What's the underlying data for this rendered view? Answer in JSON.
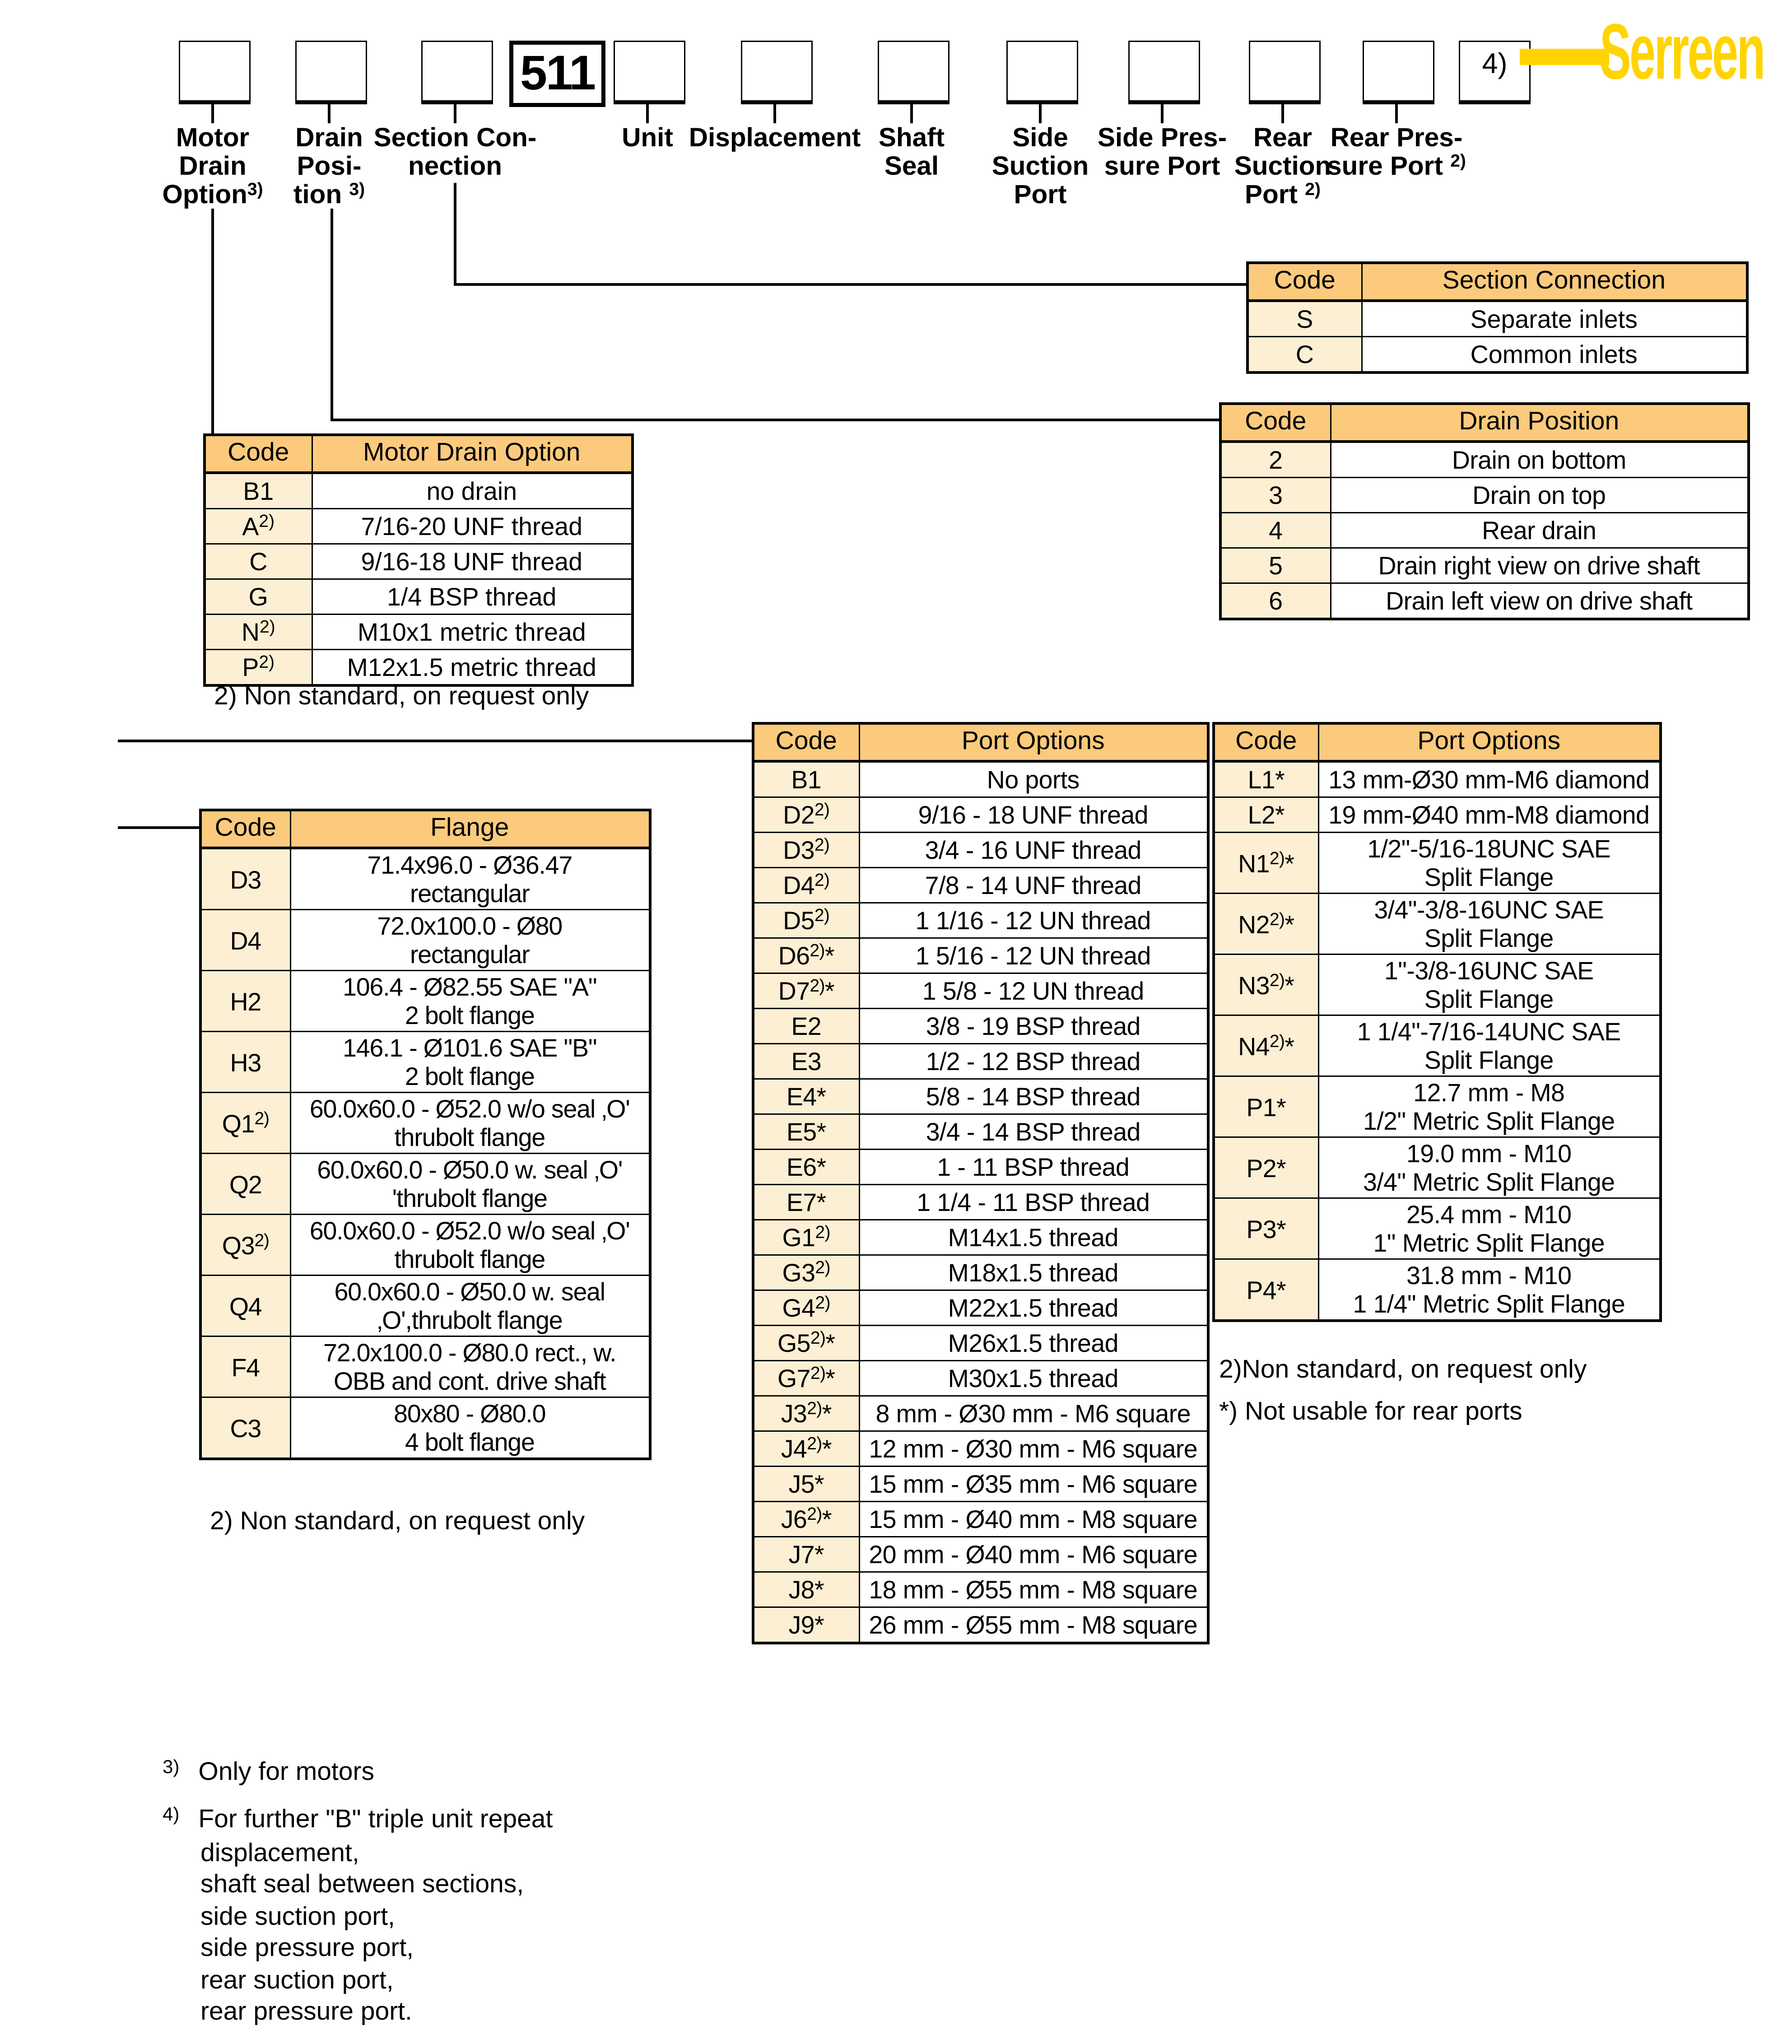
{
  "logo": {
    "text": "Serreen",
    "color": "#FFD400"
  },
  "model_code": {
    "boxes": [
      "",
      "",
      "",
      "511",
      "",
      "",
      "",
      "",
      "",
      "",
      "",
      "4)"
    ],
    "positions": [
      {
        "name": "motor-drain-option",
        "lines": [
          "Motor",
          "Drain",
          "Option{3)}"
        ]
      },
      {
        "name": "drain-position",
        "lines": [
          "Drain",
          "Posi-",
          "tion {3)}"
        ]
      },
      {
        "name": "section-connection",
        "lines": [
          "Section Con-",
          "nection"
        ]
      },
      {
        "name": "unit",
        "lines": [
          "Unit"
        ]
      },
      {
        "name": "displacement",
        "lines": [
          "Displacement"
        ]
      },
      {
        "name": "shaft-seal",
        "lines": [
          "Shaft",
          "Seal"
        ]
      },
      {
        "name": "side-suction-port",
        "lines": [
          "Side",
          "Suction",
          "Port"
        ]
      },
      {
        "name": "side-pressure-port",
        "lines": [
          "Side Pres-",
          "sure Port"
        ]
      },
      {
        "name": "rear-suction-port",
        "lines": [
          "Rear",
          "Suction",
          "Port {2)}"
        ]
      },
      {
        "name": "rear-pressure-port",
        "lines": [
          "Rear Pres-",
          "sure Port {2)}"
        ]
      }
    ]
  },
  "tables": {
    "section_connection": {
      "headers": [
        "Code",
        "Section Connection"
      ],
      "rows": [
        [
          "S",
          "Separate inlets"
        ],
        [
          "C",
          "Common inlets"
        ]
      ]
    },
    "drain_position": {
      "headers": [
        "Code",
        "Drain Position"
      ],
      "rows": [
        [
          "2",
          "Drain on bottom"
        ],
        [
          "3",
          "Drain on top"
        ],
        [
          "4",
          "Rear drain"
        ],
        [
          "5",
          "Drain right view on drive shaft"
        ],
        [
          "6",
          "Drain left view on drive shaft"
        ]
      ]
    },
    "motor_drain_option": {
      "headers": [
        "Code",
        "Motor Drain Option"
      ],
      "rows": [
        [
          "B1",
          "no drain"
        ],
        [
          "A{2)}",
          "7/16-20 UNF thread"
        ],
        [
          "C",
          "9/16-18 UNF thread"
        ],
        [
          "G",
          "1/4 BSP thread"
        ],
        [
          "N{2)}",
          "M10x1 metric thread"
        ],
        [
          "P{2)}",
          "M12x1.5 metric thread"
        ]
      ],
      "footnote": "2)  Non standard, on request only"
    },
    "flange": {
      "headers": [
        "Code",
        "Flange"
      ],
      "rows": [
        [
          "D3",
          "71.4x96.0 - Ø36.47\nrectangular"
        ],
        [
          "D4",
          "72.0x100.0 - Ø80\nrectangular"
        ],
        [
          "H2",
          "106.4 - Ø82.55 SAE \"A\"\n2 bolt flange"
        ],
        [
          "H3",
          "146.1 - Ø101.6 SAE \"B\"\n2 bolt flange"
        ],
        [
          "Q1{2)}",
          "60.0x60.0 - Ø52.0 w/o seal ‚O'\nthrubolt flange"
        ],
        [
          "Q2",
          "60.0x60.0 - Ø50.0 w. seal ‚O'\n'thrubolt flange"
        ],
        [
          "Q3{2)}",
          "60.0x60.0 - Ø52.0 w/o seal ‚O'\nthrubolt flange"
        ],
        [
          "Q4",
          "60.0x60.0 - Ø50.0 w. seal\n‚O',thrubolt flange"
        ],
        [
          "F4",
          "72.0x100.0 - Ø80.0 rect., w.\nOBB and cont. drive shaft"
        ],
        [
          "C3",
          "80x80 - Ø80.0\n4 bolt flange"
        ]
      ],
      "footnote": "2)  Non standard, on request only"
    },
    "port_options_left": {
      "headers": [
        "Code",
        "Port Options"
      ],
      "rows": [
        [
          "B1",
          "No ports"
        ],
        [
          "D2{2)}",
          "9/16 - 18 UNF thread"
        ],
        [
          "D3{2)}",
          "3/4 - 16 UNF thread"
        ],
        [
          "D4{2)}",
          "7/8 - 14 UNF thread"
        ],
        [
          "D5{2)}",
          "1 1/16 - 12 UN thread"
        ],
        [
          "D6{2)}*",
          "1 5/16 - 12 UN thread"
        ],
        [
          "D7{2)}*",
          "1 5/8 - 12 UN thread"
        ],
        [
          "E2",
          "3/8 - 19 BSP thread"
        ],
        [
          "E3",
          "1/2 - 12 BSP thread"
        ],
        [
          "E4*",
          "5/8 - 14 BSP thread"
        ],
        [
          "E5*",
          "3/4 - 14 BSP thread"
        ],
        [
          "E6*",
          "1 - 11 BSP thread"
        ],
        [
          "E7*",
          "1 1/4 - 11 BSP thread"
        ],
        [
          "G1{2)}",
          "M14x1.5 thread"
        ],
        [
          "G3{2)}",
          "M18x1.5 thread"
        ],
        [
          "G4{2)}",
          "M22x1.5 thread"
        ],
        [
          "G5{2)}*",
          "M26x1.5 thread"
        ],
        [
          "G7{2)}*",
          "M30x1.5 thread"
        ],
        [
          "J3{2)}*",
          "8 mm - Ø30 mm - M6 square"
        ],
        [
          "J4{2)}*",
          "12 mm - Ø30 mm - M6 square"
        ],
        [
          "J5*",
          "15 mm - Ø35 mm - M6 square"
        ],
        [
          "J6{2)}*",
          "15 mm - Ø40 mm - M8 square"
        ],
        [
          "J7*",
          "20 mm - Ø40 mm - M6 square"
        ],
        [
          "J8*",
          "18 mm - Ø55 mm - M8 square"
        ],
        [
          "J9*",
          "26 mm - Ø55 mm - M8 square"
        ]
      ]
    },
    "port_options_right": {
      "headers": [
        "Code",
        "Port Options"
      ],
      "rows": [
        [
          "L1*",
          "13 mm-Ø30 mm-M6 diamond"
        ],
        [
          "L2*",
          "19 mm-Ø40 mm-M8 diamond"
        ],
        [
          "N1{2)}*",
          "1/2\"-5/16-18UNC SAE\nSplit Flange"
        ],
        [
          "N2{2)}*",
          "3/4\"-3/8-16UNC SAE\nSplit Flange"
        ],
        [
          "N3{2)}*",
          "1\"-3/8-16UNC SAE\nSplit Flange"
        ],
        [
          "N4{2)}*",
          "1 1/4\"-7/16-14UNC SAE\nSplit Flange"
        ],
        [
          "P1*",
          "12.7 mm - M8\n1/2\" Metric Split Flange"
        ],
        [
          "P2*",
          "19.0 mm - M10\n3/4\" Metric Split Flange"
        ],
        [
          "P3*",
          "25.4 mm - M10\n1\" Metric Split Flange"
        ],
        [
          "P4*",
          "31.8 mm - M10\n1 1/4\" Metric Split Flange"
        ]
      ],
      "footnotes": [
        "2)Non standard, on request only",
        "*) Not usable for rear ports"
      ]
    }
  },
  "footnotes": {
    "note3": {
      "sup": "3)",
      "text": "Only for motors"
    },
    "note4": {
      "sup": "4)",
      "lines": [
        "For further \"B\" triple unit repeat",
        "displacement,",
        "shaft seal between sections,",
        "side suction port,",
        "side pressure port,",
        "rear suction port,",
        "rear pressure port."
      ]
    }
  }
}
